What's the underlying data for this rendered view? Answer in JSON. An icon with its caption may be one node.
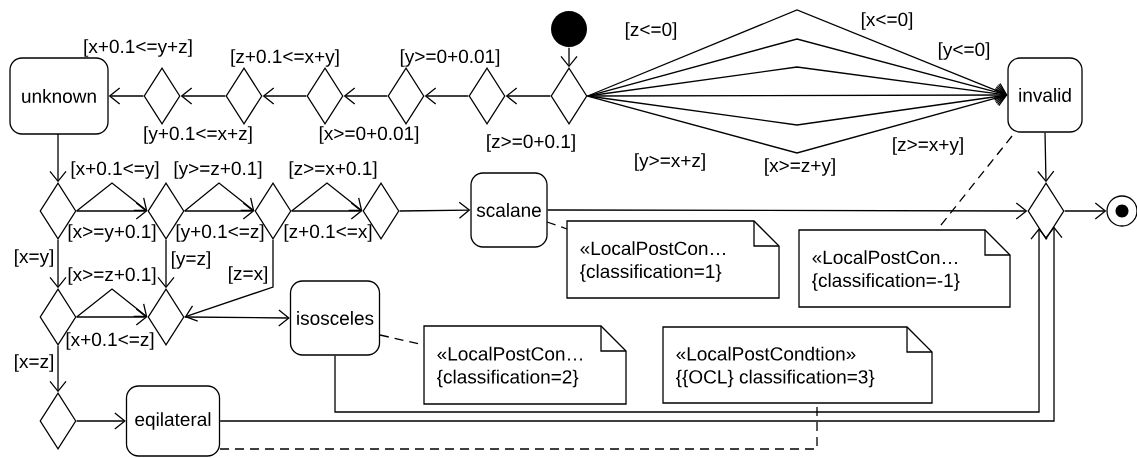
{
  "diagram": {
    "nodes": [
      {
        "text": [],
        "shape": "circle"
      },
      {
        "text": [],
        "shape": "diamond"
      },
      {
        "text": [],
        "shape": "diamond"
      },
      {
        "text": [],
        "shape": "diamond"
      },
      {
        "text": [],
        "shape": "diamond"
      },
      {
        "text": [],
        "shape": "diamond"
      },
      {
        "text": [],
        "shape": "diamond"
      },
      {
        "text": [
          "unknown"
        ]
      },
      {
        "text": [
          "invalid"
        ]
      },
      {
        "text": [],
        "shape": "diamond"
      },
      {
        "text": [],
        "shape": "diamond"
      },
      {
        "text": [],
        "shape": "diamond"
      },
      {
        "text": [],
        "shape": "diamond"
      },
      {
        "text": [
          "scalane"
        ]
      },
      {
        "text": [
          "«LocalPostCon…",
          "{classification=1}"
        ]
      },
      {
        "text": [
          "«LocalPostCon…",
          "{classification=-1}"
        ]
      },
      {
        "text": [],
        "shape": "diamond"
      },
      {
        "text": [],
        "shape": "diamond"
      },
      {
        "text": [
          "isosceles"
        ]
      },
      {
        "text": [
          "«LocalPostCon…",
          "{classification=2}"
        ]
      },
      {
        "text": [],
        "shape": "diamond"
      },
      {
        "text": [
          "eqilateral"
        ]
      },
      {
        "text": [
          "«LocalPostCondtion»",
          "{{OCL} classification=3}"
        ]
      },
      {
        "text": [],
        "shape": "diamond"
      },
      {
        "text": [],
        "shape": "circle"
      }
    ],
    "edges": [
      {
        "from": 0,
        "to": 1,
        "arrow": "to"
      },
      {
        "from": 1,
        "to": 2,
        "arrow": "to",
        "label": "[z>=0+0.1]"
      },
      {
        "from": 2,
        "to": 3,
        "arrow": "to",
        "label": "[y>=0+0.01]"
      },
      {
        "from": 3,
        "to": 4,
        "arrow": "to",
        "label": "[x>=0+0.01]"
      },
      {
        "from": 4,
        "to": 5,
        "arrow": "to",
        "label": "[z+0.1<=x+y]"
      },
      {
        "from": 5,
        "to": 6,
        "arrow": "to",
        "label": "[y+0.1<=x+z]"
      },
      {
        "from": 6,
        "to": 7,
        "arrow": "to",
        "label": "[x+0.1<=y+z]"
      },
      {
        "from": 1,
        "to": 8,
        "arrow": "to",
        "label": "[z<=0]"
      },
      {
        "from": 1,
        "to": 8,
        "arrow": "to",
        "label": "[x<=0]"
      },
      {
        "from": 1,
        "to": 8,
        "arrow": "to",
        "label": "[y<=0]"
      },
      {
        "from": 1,
        "to": 8,
        "arrow": "to",
        "label": "[y>=x+z]"
      },
      {
        "from": 1,
        "to": 8,
        "arrow": "to",
        "label": "[z>=x+y]"
      },
      {
        "from": 1,
        "to": 8,
        "arrow": "to",
        "label": "[x>=z+y]"
      },
      {
        "from": 7,
        "to": 9,
        "arrow": "to"
      },
      {
        "from": 9,
        "to": 10,
        "arrow": "to",
        "label": "[x+0.1<=y]"
      },
      {
        "from": 9,
        "to": 10,
        "arrow": "to",
        "label": "[x>=y+0.1]"
      },
      {
        "from": 10,
        "to": 11,
        "arrow": "to",
        "label": "[y>=z+0.1]"
      },
      {
        "from": 10,
        "to": 11,
        "arrow": "to",
        "label": "[y+0.1<=z]"
      },
      {
        "from": 11,
        "to": 12,
        "arrow": "to",
        "label": "[z>=x+0.1]"
      },
      {
        "from": 11,
        "to": 12,
        "arrow": "to",
        "label": "[z+0.1<=x]"
      },
      {
        "from": 12,
        "to": 13,
        "arrow": "to"
      },
      {
        "from": 13,
        "to": 14,
        "arrow": "none",
        "style": "dashed"
      },
      {
        "from": 8,
        "to": 15,
        "arrow": "none",
        "style": "dashed"
      },
      {
        "from": 8,
        "to": 23,
        "arrow": "to"
      },
      {
        "from": 13,
        "to": 23,
        "arrow": "to"
      },
      {
        "from": 9,
        "to": 16,
        "arrow": "to",
        "label": "[x=y]"
      },
      {
        "from": 16,
        "to": 17,
        "arrow": "to",
        "label": "[x>=z+0.1]"
      },
      {
        "from": 16,
        "to": 17,
        "arrow": "to",
        "label": "[x+0.1<=z]"
      },
      {
        "from": 10,
        "to": 17,
        "arrow": "to",
        "label": "[y=z]"
      },
      {
        "from": 11,
        "to": 17,
        "arrow": "to",
        "label": "[z=x]"
      },
      {
        "from": 17,
        "to": 18,
        "arrow": "to"
      },
      {
        "from": 18,
        "to": 19,
        "arrow": "none",
        "style": "dashed"
      },
      {
        "from": 16,
        "to": 20,
        "arrow": "to",
        "label": "[x=z]"
      },
      {
        "from": 20,
        "to": 21,
        "arrow": "to"
      },
      {
        "from": 18,
        "to": 23,
        "arrow": "to"
      },
      {
        "from": 21,
        "to": 23,
        "arrow": "to"
      },
      {
        "from": 21,
        "to": 22,
        "arrow": "none",
        "style": "dashed"
      },
      {
        "from": 23,
        "to": 24,
        "arrow": "to"
      }
    ]
  }
}
